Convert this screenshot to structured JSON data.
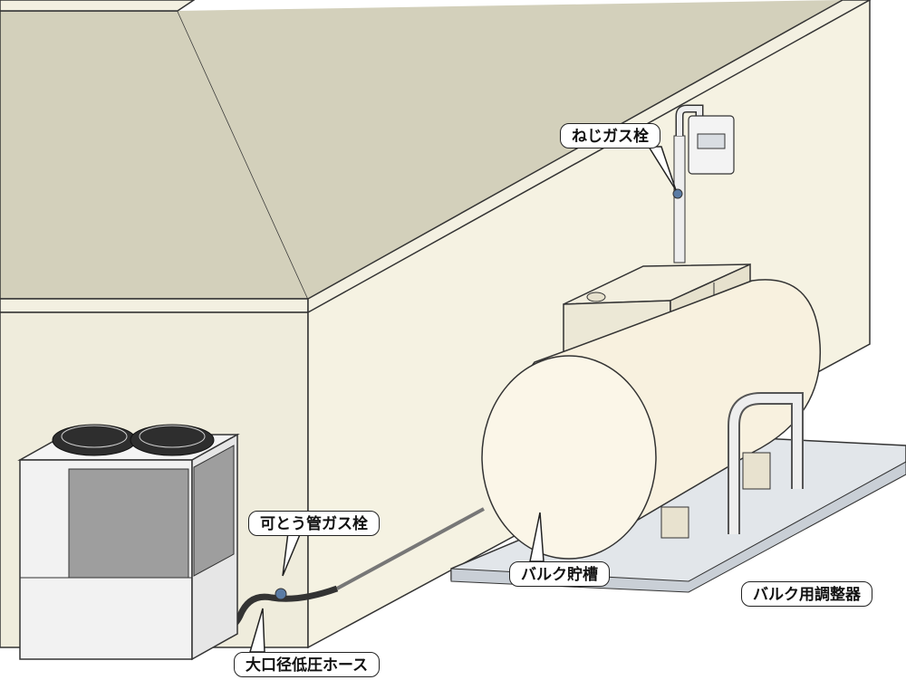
{
  "labels": {
    "screw_gas_valve": "ねじガス栓",
    "flexible_gas_valve": "可とう管ガス栓",
    "bulk_tank": "バルク貯槽",
    "bulk_regulator": "バルク用調整器",
    "low_pressure_hose": "大口径低圧ホース"
  },
  "colors": {
    "roof": "#d3d0bb",
    "wall_left": "#efecdc",
    "wall_right": "#f5f2e2",
    "tank": "#f8f1df",
    "pad": "#e2e6ea",
    "outline": "#333333"
  }
}
